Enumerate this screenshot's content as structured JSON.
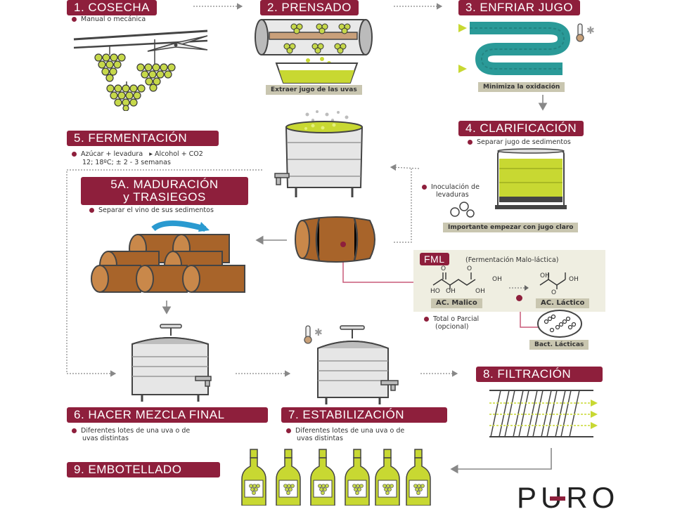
{
  "steps": {
    "s1": {
      "title": "1. COSECHA",
      "note": "Manual o mecánica"
    },
    "s2": {
      "title": "2. PRENSADO",
      "caption": "Extraer jugo de las uvas"
    },
    "s3": {
      "title": "3. ENFRIAR JUGO",
      "caption": "Minimiza la oxidación"
    },
    "s4": {
      "title": "4. CLARIFICACIÓN",
      "note": "Separar jugo de sedimentos",
      "inoc1": "Inoculación de",
      "inoc2": "levaduras",
      "caption": "Importante empezar con jugo claro"
    },
    "s5": {
      "title": "5. FERMENTACIÓN",
      "note1a": "Azúcar + levadura",
      "note1b": "▸ Alcohol + CO2",
      "note2": "12; 18ºC;  ± 2 - 3 semanas"
    },
    "s5a": {
      "title1": "5A. MADURACIÓN",
      "title2": "y TRASIEGOS",
      "note": "Separar el vino de sus sedimentos"
    },
    "fml": {
      "tag": "FML",
      "desc": "(Fermentación Malo-láctica)",
      "malico": "AC. Malico",
      "lactico": "AC. Láctico",
      "note1": "Total o Parcial",
      "note2": "(opcional)",
      "bact": "Bact. Lácticas",
      "oh": "OH",
      "o": "O",
      "ho": "HO"
    },
    "s6": {
      "title": "6. HACER MEZCLA FINAL",
      "note1": "Diferentes lotes de una uva o de",
      "note2": "uvas distintas"
    },
    "s7": {
      "title": "7. ESTABILIZACIÓN",
      "note1": "Diferentes lotes de una uva o de",
      "note2": "uvas distintas"
    },
    "s8": {
      "title": "8. FILTRACIÓN"
    },
    "s9": {
      "title": "9. EMBOTELLADO"
    }
  },
  "brand": {
    "logo": "PURO"
  },
  "colors": {
    "accent": "#8e1f3c",
    "juice": "#c8d832",
    "grape": "#c6d84a",
    "teal": "#2a9a98",
    "caption": "#c9c6b0",
    "steel": "#bdbdbd",
    "wood": "#a8642a"
  },
  "icons": [
    "grapes-icon",
    "pruning-shears-icon",
    "press-drum-icon",
    "cooling-coil-icon",
    "thermometer-snow-icon",
    "fermentation-tank-icon",
    "clarification-tank-icon",
    "yeast-icon",
    "barrel-icon",
    "barrel-stack-icon",
    "mixing-tank-icon",
    "stabilization-tank-icon",
    "filter-icon",
    "bottle-icon",
    "bacteria-icon"
  ]
}
